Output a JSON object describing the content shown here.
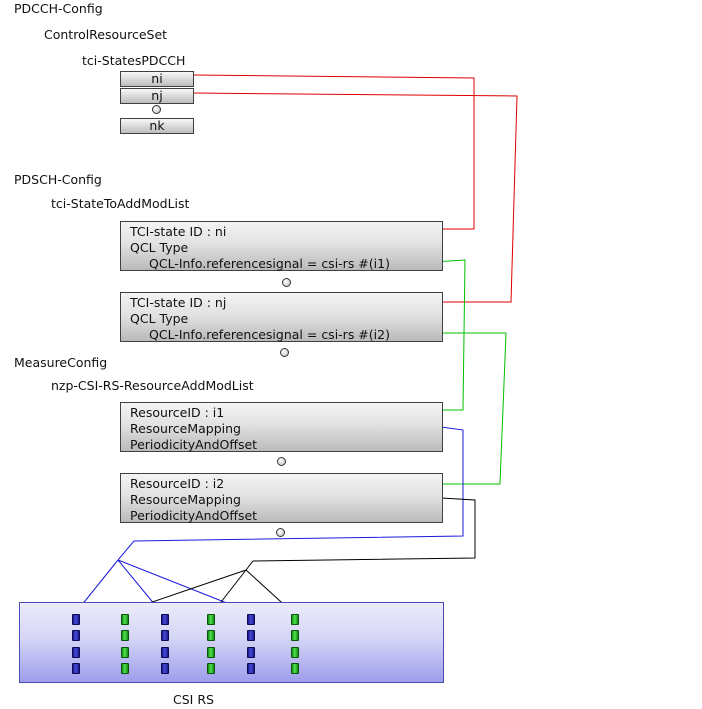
{
  "pdcch": {
    "title": "PDCCH-Config",
    "controlResourceSet": "ControlResourceSet",
    "tciStates": "tci-StatesPDCCH",
    "items": [
      "ni",
      "nj",
      "nk"
    ]
  },
  "pdsch": {
    "title": "PDSCH-Config",
    "stateList": "tci-StateToAddModList",
    "boxes": [
      {
        "line1": "TCI-state ID : ni",
        "line2": "QCL Type",
        "line3": "QCL-Info.referencesignal = csi-rs #(i1)"
      },
      {
        "line1": "TCI-state ID : nj",
        "line2": "QCL Type",
        "line3": "QCL-Info.referencesignal = csi-rs #(i2)"
      }
    ]
  },
  "measure": {
    "title": "MeasureConfig",
    "resourceList": "nzp-CSI-RS-ResourceAddModList",
    "boxes": [
      {
        "line1": "ResourceID : i1",
        "line2": "ResourceMapping",
        "line3": "PeriodicityAndOffset"
      },
      {
        "line1": "ResourceID : i2",
        "line2": "ResourceMapping",
        "line3": "PeriodicityAndOffset"
      }
    ]
  },
  "csi": {
    "label": "CSI RS",
    "columns": [
      "blue",
      "green",
      "blue",
      "green",
      "blue",
      "green"
    ]
  },
  "colors": {
    "pdcch_link": "#e00000",
    "qcl_link": "#00c000",
    "resource1_link": "#1a1adc",
    "resource2_link": "#000000"
  }
}
